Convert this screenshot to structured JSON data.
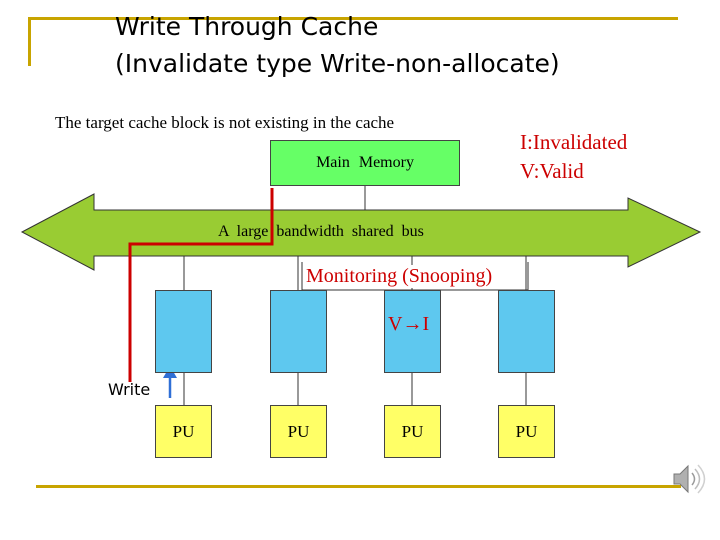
{
  "title": {
    "line1": "Write Through Cache",
    "line2": "(Invalidate type Write-non-allocate)"
  },
  "note": "The target cache block is not existing in the cache",
  "legend": {
    "invalidated": "I:Invalidated",
    "valid": "V:Valid"
  },
  "memory": {
    "label": "Main Memory"
  },
  "bus": {
    "label": "A large bandwidth shared bus"
  },
  "snoop": {
    "label": "Monitoring (Snooping)"
  },
  "transition": {
    "label": "V→I"
  },
  "write": {
    "label": "Write"
  },
  "pus": [
    {
      "label": "PU"
    },
    {
      "label": "PU"
    },
    {
      "label": "PU"
    },
    {
      "label": "PU"
    }
  ],
  "colors": {
    "memory": "#66ff66",
    "bus": "#99cc33",
    "cache": "#5ec8ef",
    "pu": "#ffff66",
    "write_path": "#cc0000",
    "legend_text": "#cc0000",
    "frame": "#c8a400"
  },
  "icons": {
    "speaker": "speaker-icon"
  }
}
